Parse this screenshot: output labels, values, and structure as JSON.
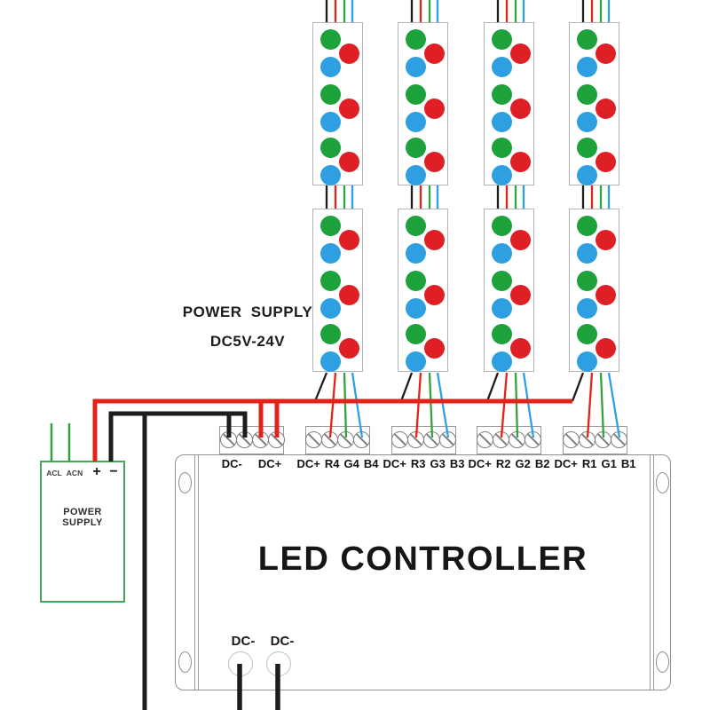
{
  "floating_label": {
    "line1": "POWER SUPPLY",
    "line2": "DC5V-24V"
  },
  "psu": {
    "terminal_acl": "ACL",
    "terminal_acn": "ACN",
    "terminal_plus": "+",
    "terminal_minus": "−",
    "name": "POWER SUPPLY"
  },
  "controller": {
    "title": "LED CONTROLLER",
    "bottom_ports": [
      "DC-",
      "DC-"
    ]
  },
  "terminal_blocks": [
    {
      "labels": [
        "DC-",
        "DC+"
      ]
    },
    {
      "labels": [
        "DC+",
        "R4",
        "G4",
        "B4"
      ]
    },
    {
      "labels": [
        "DC+",
        "R3",
        "G3",
        "B3"
      ]
    },
    {
      "labels": [
        "DC+",
        "R2",
        "G2",
        "B2"
      ]
    },
    {
      "labels": [
        "DC+",
        "R1",
        "G1",
        "B1"
      ]
    }
  ],
  "led_strip": {
    "rows": 2,
    "columns": 4,
    "groups_per_strip": 3,
    "leds_per_group": [
      "green",
      "red",
      "blue"
    ],
    "wire_order": [
      "black",
      "red",
      "green",
      "blue"
    ]
  },
  "colors": {
    "wire_black": "#1c1c1c",
    "wire_red": "#e2231a",
    "wire_green": "#2fa43c",
    "wire_blue": "#2e9fe0",
    "led_green": "#1ca13b",
    "led_red": "#de1f26",
    "led_blue": "#2e9fe0",
    "psu_border": "#42a85c",
    "port_ring": "#b2c9bd",
    "text": "#141414"
  }
}
